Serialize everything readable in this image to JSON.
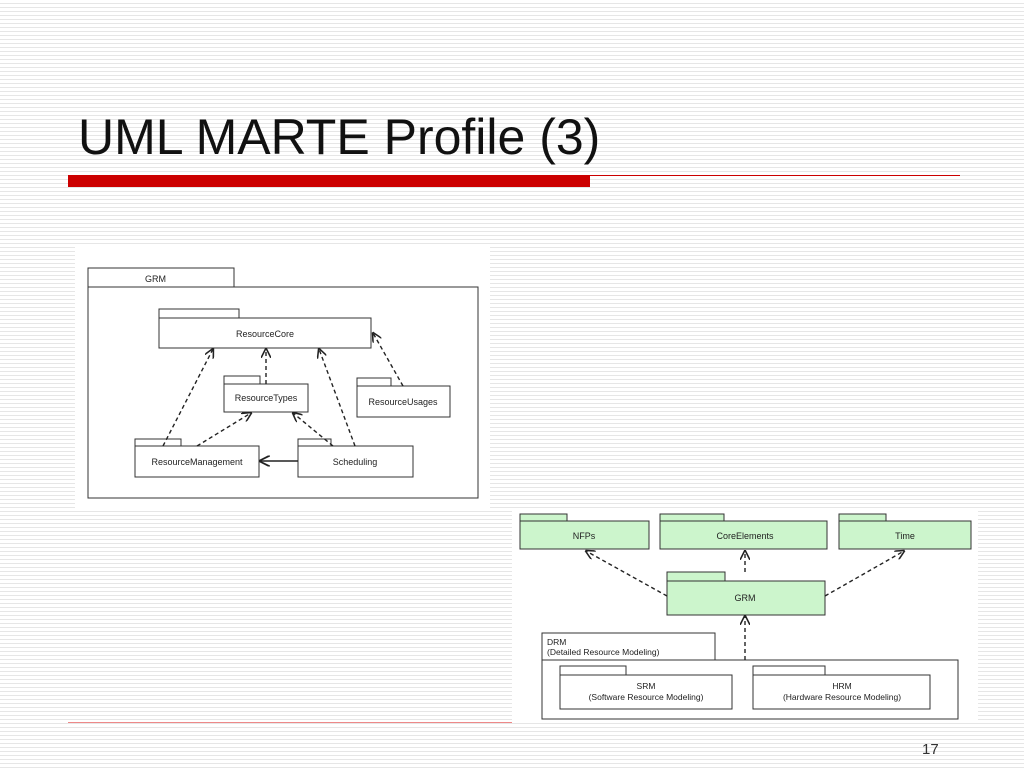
{
  "slide": {
    "title": "UML MARTE Profile (3)",
    "page_number": "17"
  },
  "grm_diagram": {
    "container_label": "GRM",
    "packages": {
      "resource_core": "ResourceCore",
      "resource_types": "ResourceTypes",
      "resource_usages": "ResourceUsages",
      "resource_management": "ResourceManagement",
      "scheduling": "Scheduling"
    }
  },
  "marte_diagram": {
    "packages": {
      "nfps": "NFPs",
      "core_elements": "CoreElements",
      "time": "Time",
      "grm": "GRM"
    },
    "drm": {
      "label_line1": "DRM",
      "label_line2": "(Detailed Resource Modeling)"
    },
    "srm": {
      "label_line1": "SRM",
      "label_line2": "(Software Resource Modeling)"
    },
    "hrm": {
      "label_line1": "HRM",
      "label_line2": "(Hardware Resource Modeling)"
    },
    "colors": {
      "package_fill": "#ccf5cc"
    }
  },
  "colors": {
    "accent_red": "#cc0000"
  }
}
